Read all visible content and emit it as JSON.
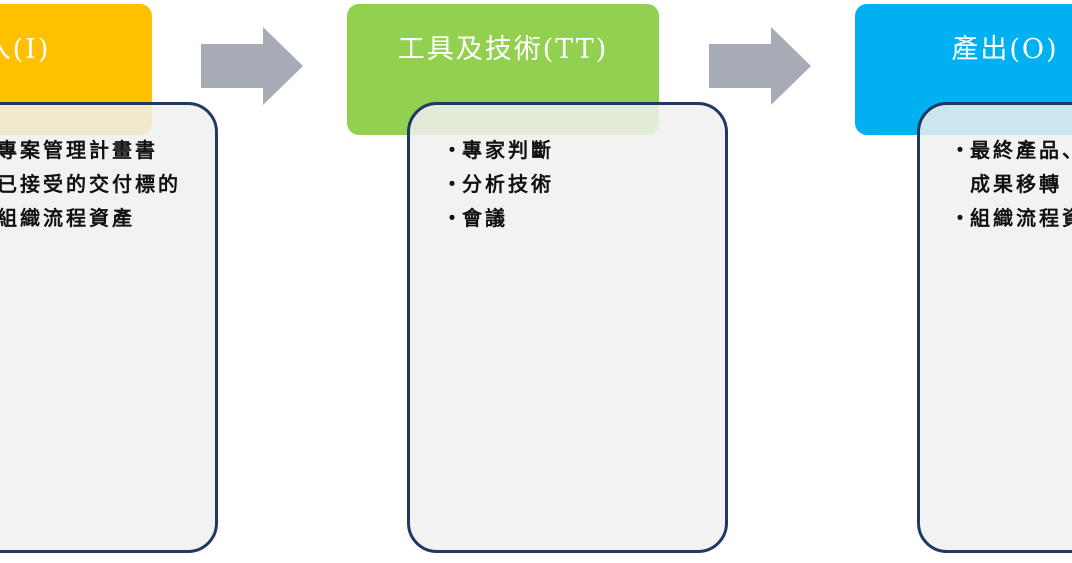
{
  "diagram": {
    "colors": {
      "input": "#FFC000",
      "tools": "#92D050",
      "output": "#00B0F0",
      "card_border": "#1F3864",
      "arrow": "#A6ABB5"
    },
    "input": {
      "title": "入(I)",
      "items": [
        "專案管理計畫書",
        "已接受的交付標的",
        "組織流程資產"
      ]
    },
    "tools": {
      "title": "工具及技術(TT)",
      "items": [
        "專家判斷",
        "分析技術",
        "會議"
      ]
    },
    "output": {
      "title": "產出(O)",
      "items": [
        {
          "line1": "最終產品、服務或",
          "line2": "成果移轉"
        },
        {
          "line1": "組織流程資產更新"
        }
      ]
    }
  }
}
